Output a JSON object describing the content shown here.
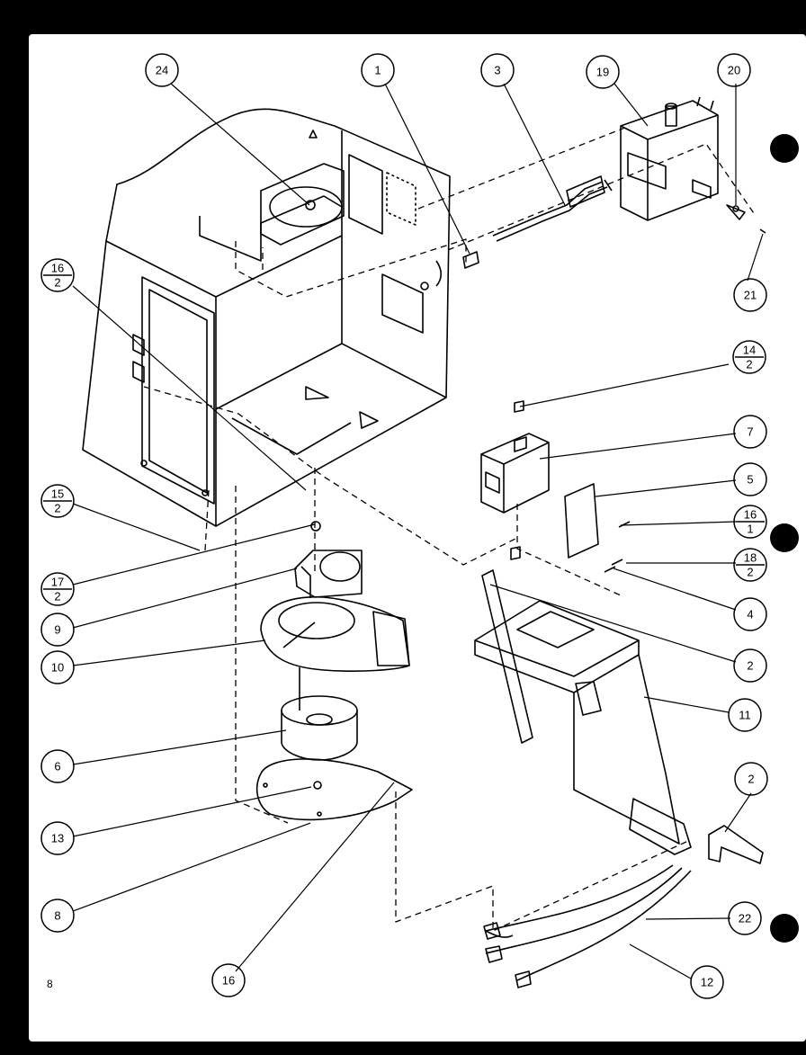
{
  "page_number": "8",
  "callouts": {
    "c24": "24",
    "c1": "1",
    "c3": "3",
    "c19": "19",
    "c20": "20",
    "c21": "21",
    "c14_top": "14",
    "c14_bot": "2",
    "c7": "7",
    "c5": "5",
    "c16a_top": "16",
    "c16a_bot": "1",
    "c18_top": "18",
    "c18_bot": "2",
    "c4": "4",
    "c2a": "2",
    "c11": "11",
    "c2b": "2",
    "c22": "22",
    "c12": "12",
    "c16b_top": "16",
    "c16b_bot": "2",
    "c15_top": "15",
    "c15_bot": "2",
    "c17_top": "17",
    "c17_bot": "2",
    "c9": "9",
    "c10": "10",
    "c6": "6",
    "c13": "13",
    "c8": "8",
    "c16c": "16"
  }
}
